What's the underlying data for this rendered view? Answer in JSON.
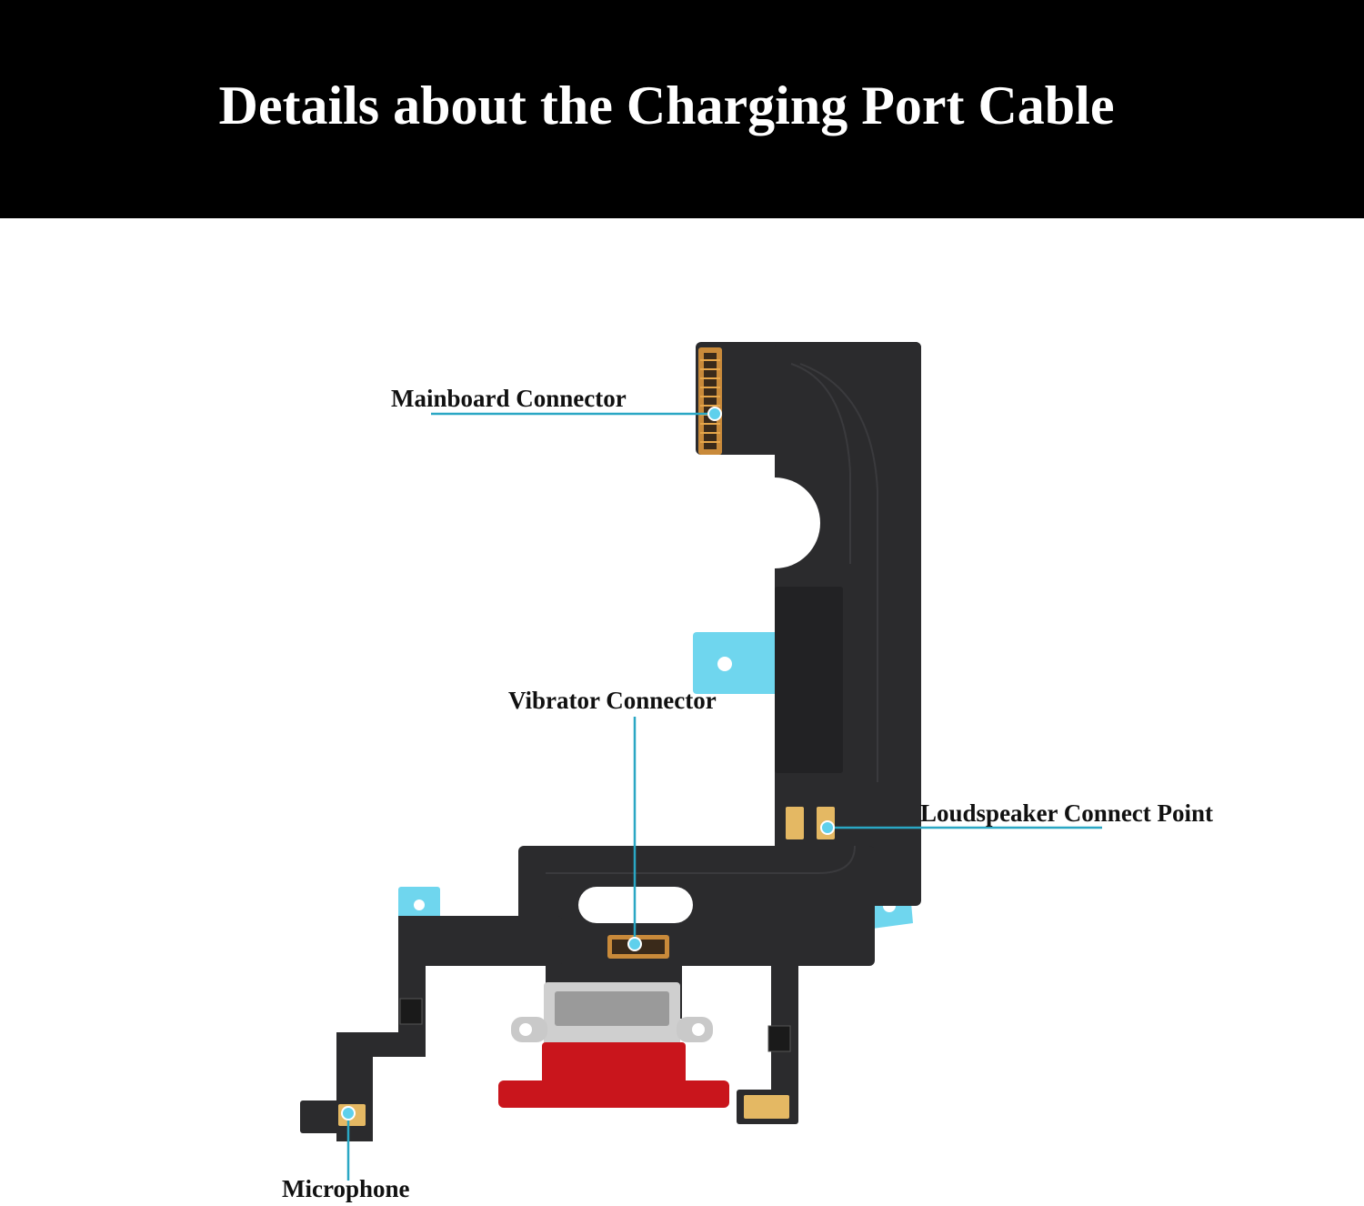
{
  "header": {
    "title": "Details about the Charging Port Cable"
  },
  "labels": {
    "mainboard": "Mainboard Connector",
    "vibrator": "Vibrator Connector",
    "loudspeaker": "Loudspeaker Connect Point",
    "microphone": "Microphone"
  },
  "colors": {
    "banner": "#000000",
    "cable": "#2b2b2d",
    "adhesive": "#6fd6ee",
    "callout": "#2aa7c4",
    "port": "#c9151c",
    "contact": "#e4b863"
  }
}
